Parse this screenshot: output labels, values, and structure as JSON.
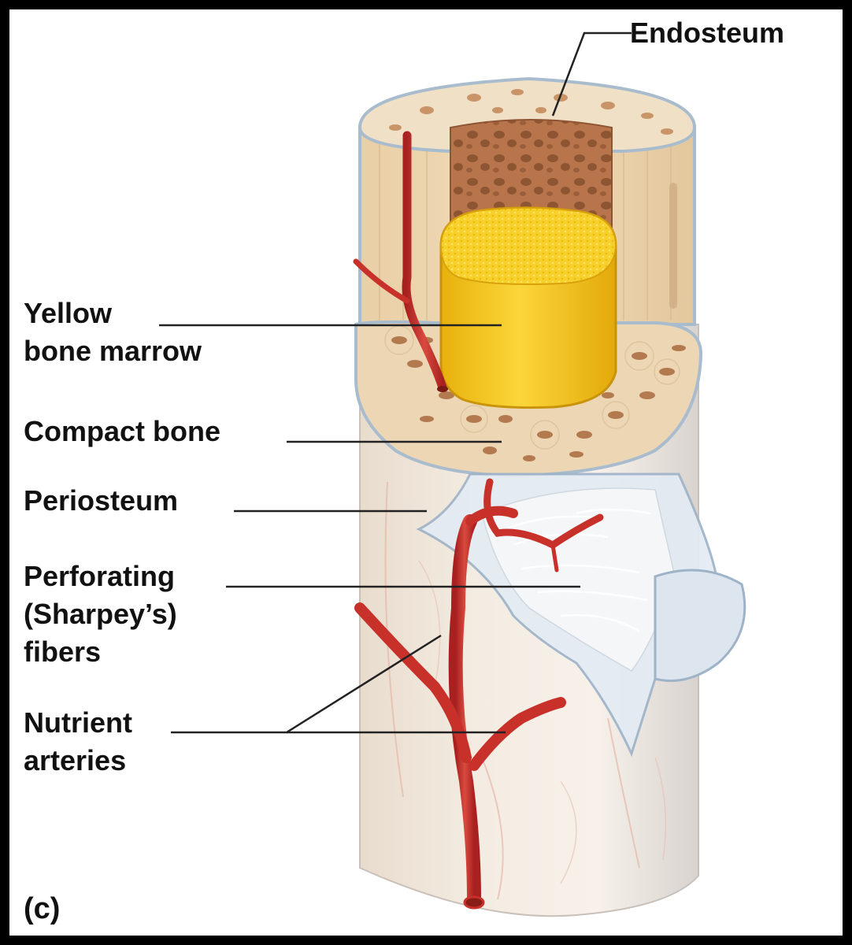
{
  "figure": {
    "panel_letter": "(c)",
    "labels": {
      "endosteum": "Endosteum",
      "yellow_marrow": [
        "Yellow",
        "bone marrow"
      ],
      "compact_bone": "Compact bone",
      "periosteum": "Periosteum",
      "perforating_fibers": [
        "Perforating",
        "(Sharpey’s)",
        "fibers"
      ],
      "nutrient_arteries": [
        "Nutrient",
        "arteries"
      ]
    },
    "colors": {
      "frame": "#000000",
      "bone_surface": "#efe3d3",
      "bone_tint": "#e9ddd0",
      "compact_bone": "#ecd6b4",
      "spongy_bone": "#b8744a",
      "yellow_marrow": "#f6cc1c",
      "artery": "#c8302a",
      "periosteum": "#dce6f0",
      "leader_line": "#222222"
    }
  }
}
